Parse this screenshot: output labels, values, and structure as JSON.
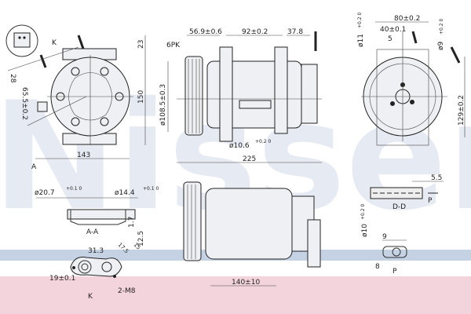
{
  "watermark": "Nissens",
  "colors": {
    "line": "#222222",
    "watermark": "#b9c6dc",
    "band_blue": "#c5d2e4",
    "band_pink": "#f3d4dc"
  },
  "front_view": {
    "connector_label": "K",
    "dims": {
      "top": "23",
      "height": "150",
      "width": "143",
      "d28": "28",
      "d65": "65.5±0.2"
    },
    "section_marker": "A"
  },
  "side_view": {
    "pulley": "6PK",
    "dims": {
      "d569": "56.9±0.6",
      "d92": "92±0.2",
      "d378": "37.8",
      "diam_pulley": "ø108.5±0.3",
      "diam_hole": "ø10.6",
      "diam_hole_tol": "+0.2 0",
      "length": "225"
    }
  },
  "rear_view": {
    "dims": {
      "d80": "80±0.2",
      "d40": "40±0.1",
      "d5": "5",
      "d11": "ø11",
      "d11_tol": "+0.2 0",
      "d9": "ø9",
      "d9_tol": "+0.2 0",
      "d129": "129±0.2"
    }
  },
  "section_aa": {
    "label": "A-A",
    "d207": "ø20.7",
    "d207_tol": "+0.1 0",
    "d144": "ø14.4",
    "d144_tol": "+0.1 0",
    "d17": "1.7",
    "d125": "12.5"
  },
  "view_k": {
    "label": "K",
    "d313": "31.3",
    "d19": "19±0.1",
    "d17_5": "17.5",
    "d15": "15",
    "thread": "2-M8"
  },
  "bottom_side": {
    "d140": "140±10"
  },
  "section_dd": {
    "label": "D-D",
    "d55": "5.5",
    "diam": "ø10",
    "diam_tol": "+0.2 0",
    "arrow": "P"
  },
  "view_p": {
    "label": "P",
    "d9": "9",
    "d8": "8"
  }
}
